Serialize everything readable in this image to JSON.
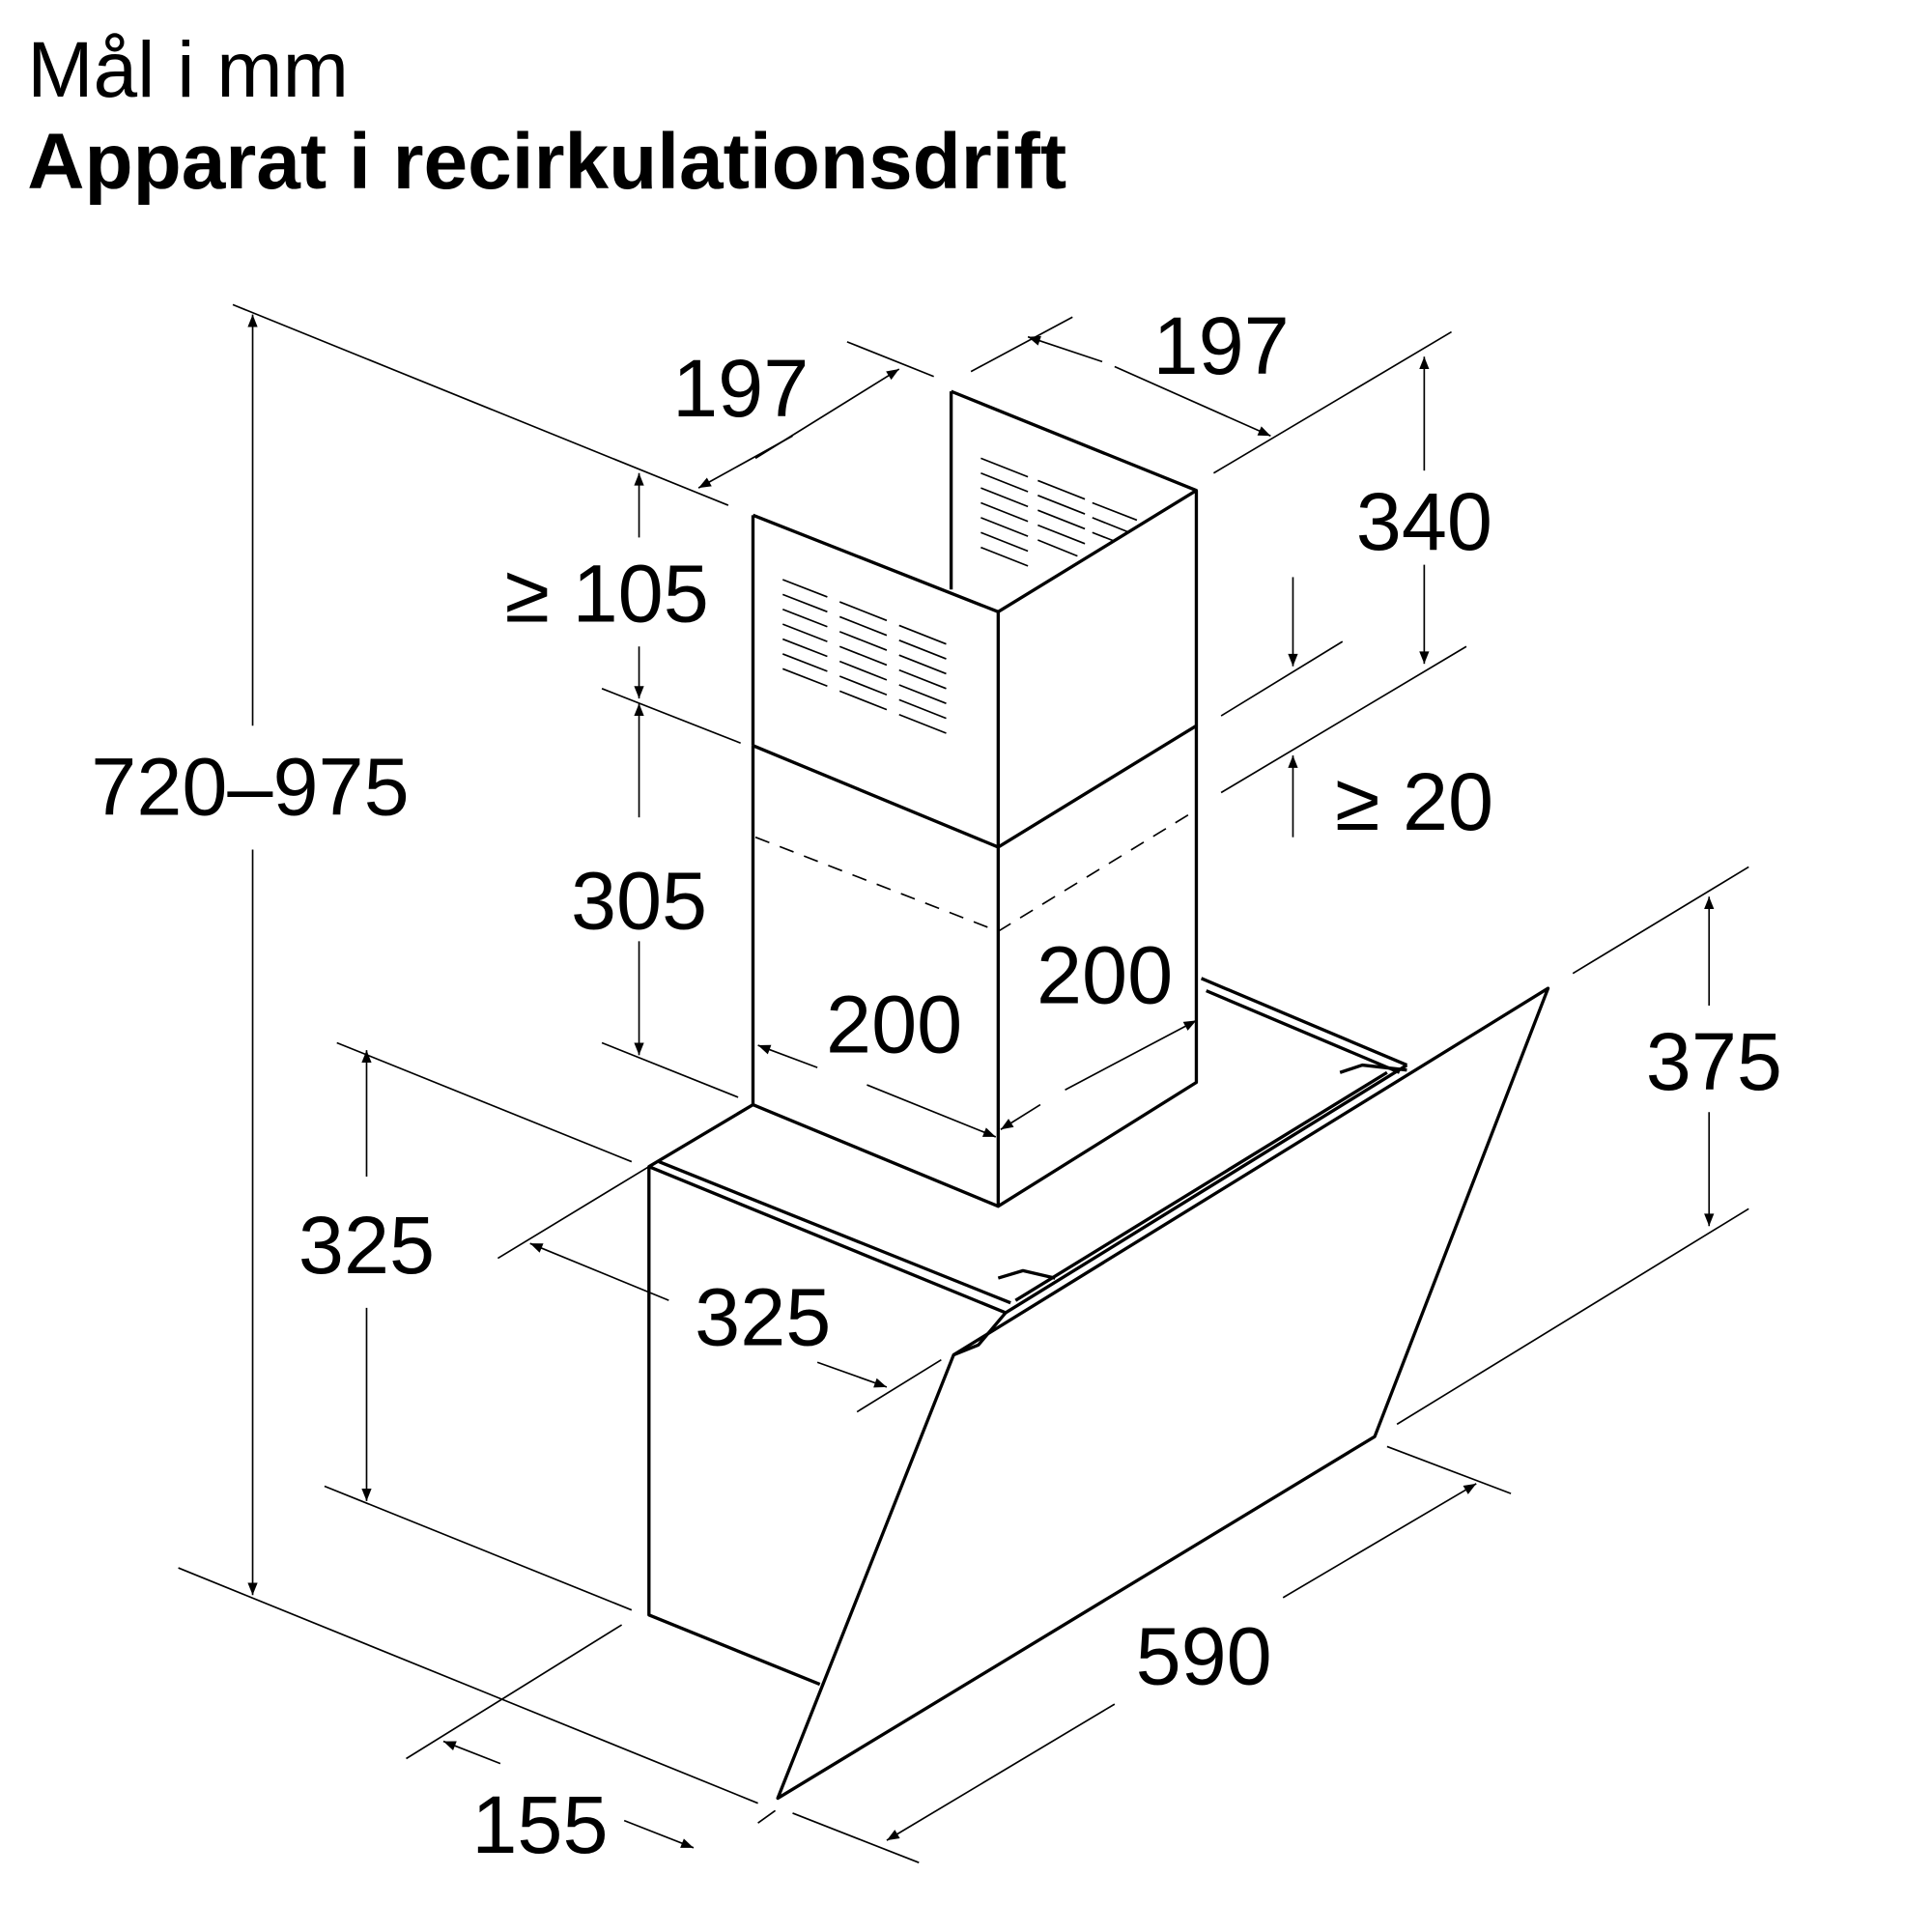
{
  "header": {
    "units": "Mål i mm",
    "title": "Apparat i recirkulationsdrift"
  },
  "dimensions": {
    "total_height": "720–975",
    "chimney_upper_depth": "197",
    "chimney_upper_width": "197",
    "gap_top": "≥ 105",
    "upper_chimney_height": "340",
    "gap_overlap": "≥ 20",
    "lower_chimney_height": "305",
    "lower_chimney_width": "200",
    "lower_chimney_depth": "200",
    "body_height": "325",
    "body_depth": "325",
    "front_height": "375",
    "hood_width": "590",
    "bottom_depth": "155"
  }
}
